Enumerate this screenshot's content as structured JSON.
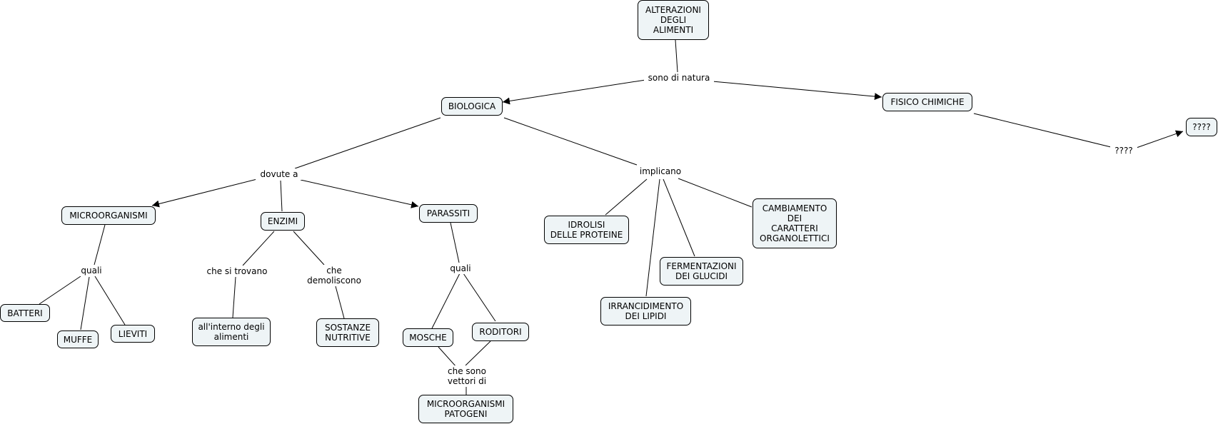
{
  "concepts": {
    "root": "ALTERAZIONI\nDEGLI\nALIMENTI",
    "biologica": "BIOLOGICA",
    "fisico_chimiche": "FISICO CHIMICHE",
    "unknown": "????",
    "microorganismi": "MICROORGANISMI",
    "enzimi": "ENZIMI",
    "parassiti": "PARASSITI",
    "batteri": "BATTERI",
    "muffe": "MUFFE",
    "lieviti": "LIEVITI",
    "interno_alimenti": "all'interno degli\nalimenti",
    "sostanze_nutritive": "SOSTANZE\nNUTRITIVE",
    "mosche": "MOSCHE",
    "roditori": "RODITORI",
    "microorganismi_patogeni": "MICROORGANISMI\nPATOGENI",
    "idrolisi": "IDROLISI\nDELLE PROTEINE",
    "irrancidimento": "IRRANCIDIMENTO\nDEI LIPIDI",
    "fermentazioni": "FERMENTAZIONI\nDEI GLUCIDI",
    "cambiamento": "CAMBIAMENTO\nDEI\nCARATTERI\nORGANOLETTICI"
  },
  "linking_phrases": {
    "sono_di_natura": "sono di natura",
    "dovute_a": "dovute a",
    "implicano": "implicano",
    "unknown_link": "????",
    "quali_micro": "quali",
    "che_si_trovano": "che si trovano",
    "che_demoliscono": "che\ndemoliscono",
    "quali_parassiti": "quali",
    "che_sono_vettori_di": "che sono\nvettori di"
  }
}
